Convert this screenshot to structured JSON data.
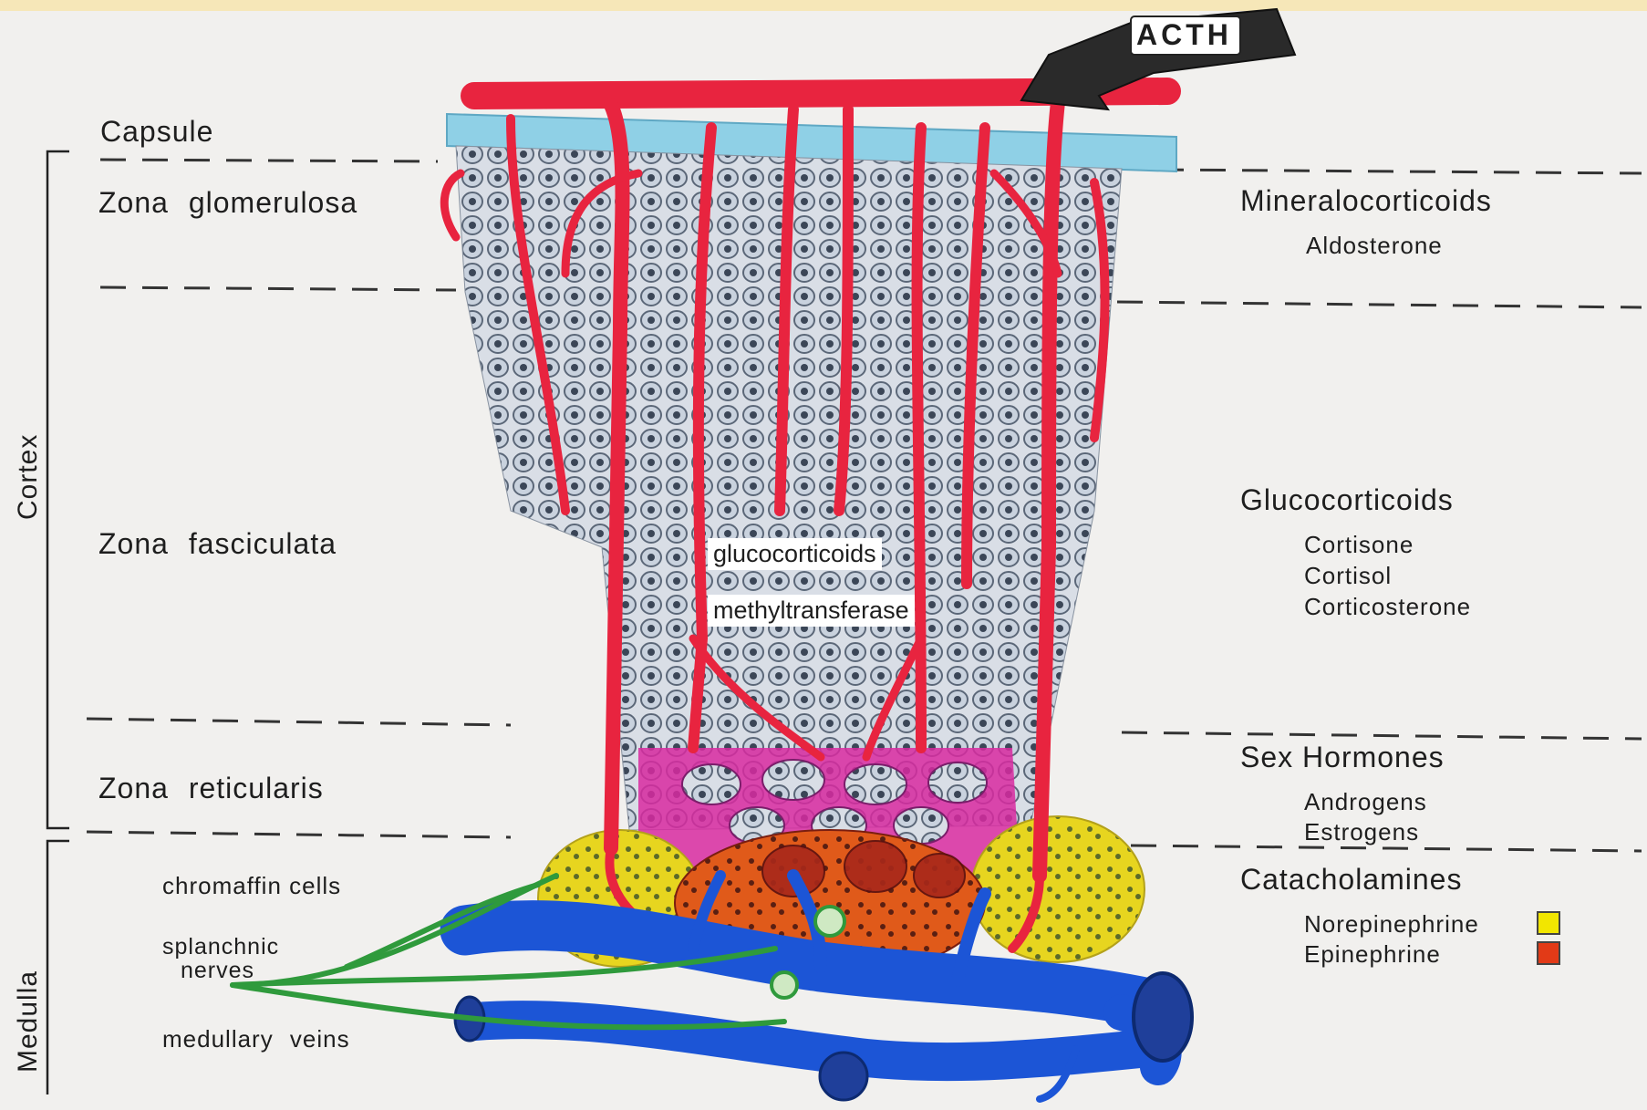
{
  "colors": {
    "norepinephrine": "#f2e600",
    "epinephrine": "#e23a17",
    "artery": "#e8243f",
    "vein": "#1c55d6",
    "nerve": "#2f9a3c",
    "capsule": "#8fd0e6"
  },
  "arrow": {
    "label": "ACTH"
  },
  "left": {
    "capsule": "Capsule",
    "zona_glomerulosa": "Zona glomerulosa",
    "zona_fasciculata": "Zona fasciculata",
    "zona_reticularis": "Zona reticularis",
    "chromaffin_cells": "chromaffin cells",
    "splanchnic_line1": "splanchnic",
    "splanchnic_line2": "nerves",
    "medullary_veins": "medullary veins",
    "cortex": "Cortex",
    "medulla": "Medulla"
  },
  "center": {
    "line1": "glucocorticoids",
    "line2": "methyltransferase"
  },
  "right": {
    "mineralocorticoids": "Mineralocorticoids",
    "aldosterone": "Aldosterone",
    "glucocorticoids": "Glucocorticoids",
    "cortisone": "Cortisone",
    "cortisol": "Cortisol",
    "corticosterone": "Corticosterone",
    "sex_hormones": "Sex Hormones",
    "androgens": "Androgens",
    "estrogens": "Estrogens",
    "catecholamines": "Catacholamines",
    "norepinephrine": "Norepinephrine",
    "epinephrine": "Epinephrine"
  }
}
